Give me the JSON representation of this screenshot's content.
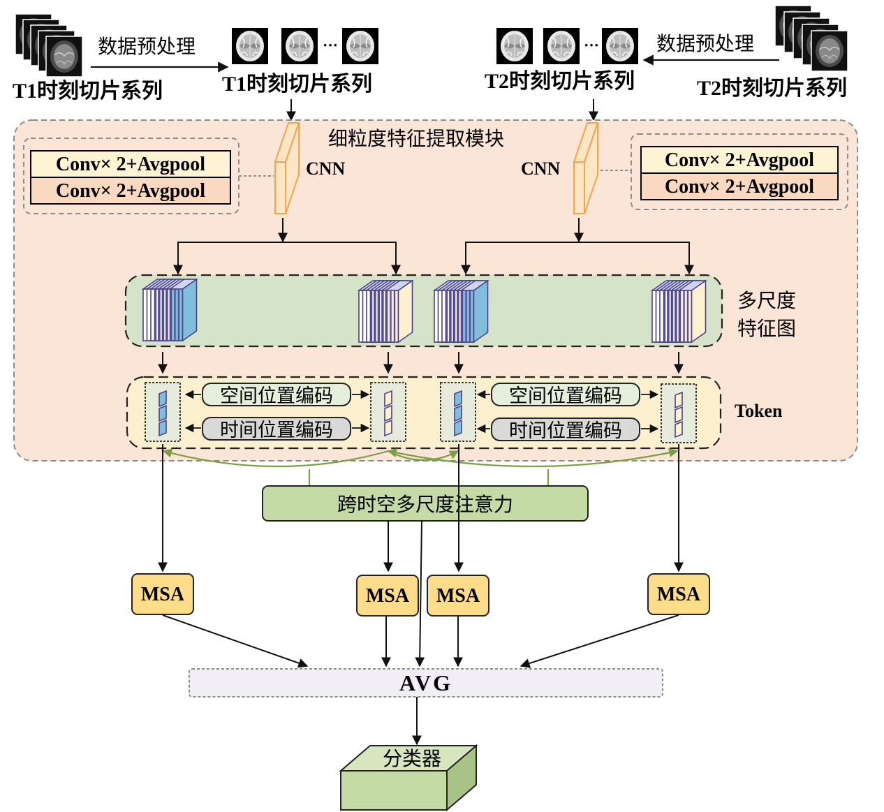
{
  "labels": {
    "t1_source": "T1时刻切片系列",
    "t1_slices": "T1时刻切片系列",
    "t2_slices": "T2时刻切片系列",
    "t2_source": "T2时刻切片系列",
    "preprocess_left": "数据预处理",
    "preprocess_right": "数据预处理",
    "ellipsis": "···",
    "module_title": "细粒度特征提取模块",
    "cnn_left": "CNN",
    "cnn_right": "CNN",
    "conv_l1": "Conv× 2+Avgpool",
    "conv_l2": "Conv× 2+Avgpool",
    "conv_r1": "Conv× 2+Avgpool",
    "conv_r2": "Conv× 2+Avgpool",
    "multiscale_1": "多尺度",
    "multiscale_2": "特征图",
    "token": "Token",
    "spatial_left": "空间位置编码",
    "temporal_left": "时间位置编码",
    "spatial_right": "空间位置编码",
    "temporal_right": "时间位置编码",
    "cross_attention": "跨时空多尺度注意力",
    "msa_1": "MSA",
    "msa_2": "MSA",
    "msa_3": "MSA",
    "msa_4": "MSA",
    "avg": "AVG",
    "classifier": "分类器"
  },
  "colors": {
    "module_bg": "#fbe5d6",
    "feature_band": "#d5e4c8",
    "token_band": "#fdf0cf",
    "conv_top": "#fef3d3",
    "conv_bottom": "#f9d9bf",
    "cnn_stroke": "#f4a54a",
    "blue_map": "#7fbfdc",
    "cream_map": "#fdf1d0",
    "map_stroke": "#4b3f87",
    "green_box": "#c5dba6",
    "msa_fill": "#fddc8a",
    "avg_fill": "#f1eef6",
    "link_green": "#78a044"
  }
}
